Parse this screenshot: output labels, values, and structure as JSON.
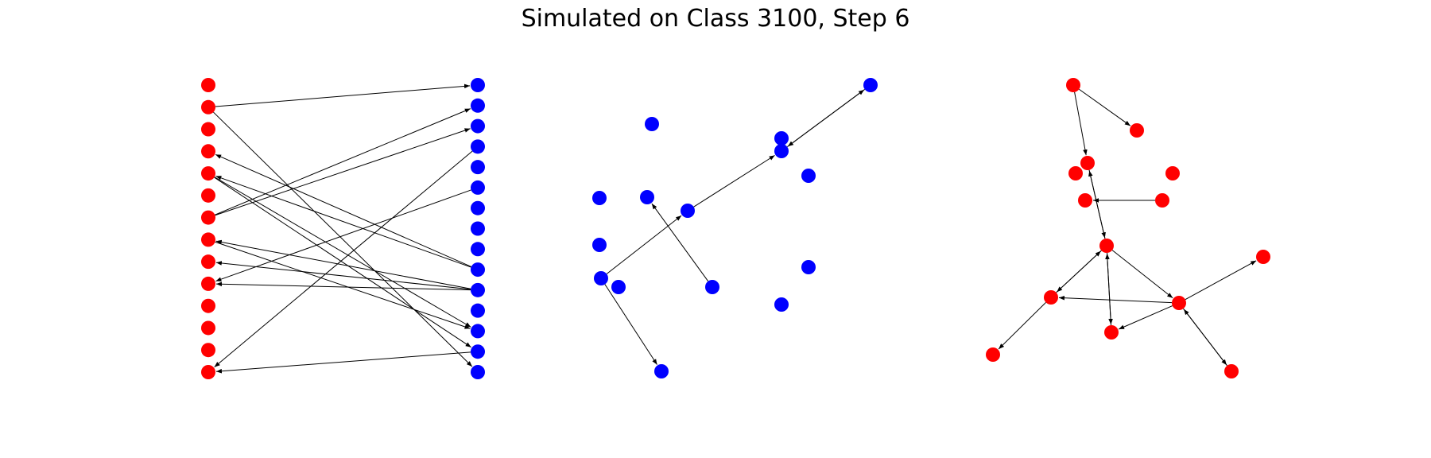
{
  "title": "Simulated on Class 3100, Step 6",
  "colors": {
    "left": "#ff0000",
    "right": "#0000ff",
    "edge": "#000000"
  },
  "panels": [
    {
      "name": "bipartite",
      "layout": "bipartite",
      "left_count": 14,
      "right_count": 15,
      "edges": [
        [
          "L1",
          "R0"
        ],
        [
          "L1",
          "R14"
        ],
        [
          "L6",
          "R1"
        ],
        [
          "L6",
          "R2"
        ],
        [
          "R9",
          "L3"
        ],
        [
          "R9",
          "L4"
        ],
        [
          "L4",
          "R12"
        ],
        [
          "L4",
          "R13"
        ],
        [
          "R10",
          "L7"
        ],
        [
          "L7",
          "R12"
        ],
        [
          "R10",
          "L8"
        ],
        [
          "R10",
          "L9"
        ],
        [
          "R5",
          "L9"
        ],
        [
          "R3",
          "L13"
        ],
        [
          "R13",
          "L13"
        ]
      ]
    },
    {
      "name": "right-graph",
      "node_color": "blue",
      "node_count": 15,
      "edges": [
        [
          "n0",
          "n1"
        ],
        [
          "n1",
          "n0"
        ],
        [
          "n2",
          "n1"
        ],
        [
          "n3",
          "n2"
        ],
        [
          "n3",
          "n4"
        ],
        [
          "n5",
          "n6"
        ]
      ]
    },
    {
      "name": "left-graph",
      "node_color": "red",
      "node_count": 14,
      "edges": [
        [
          "a0",
          "a1"
        ],
        [
          "a0",
          "a2"
        ],
        [
          "a2",
          "a3"
        ],
        [
          "a3",
          "a2"
        ],
        [
          "a4",
          "a5"
        ],
        [
          "a3",
          "a6"
        ],
        [
          "a6",
          "a3"
        ],
        [
          "a3",
          "a7"
        ],
        [
          "a7",
          "a8"
        ],
        [
          "a7",
          "a9"
        ],
        [
          "a7",
          "a10"
        ],
        [
          "a10",
          "a7"
        ],
        [
          "a7",
          "a6"
        ],
        [
          "a6",
          "a11"
        ],
        [
          "a3",
          "a9"
        ],
        [
          "a9",
          "a3"
        ]
      ]
    }
  ]
}
